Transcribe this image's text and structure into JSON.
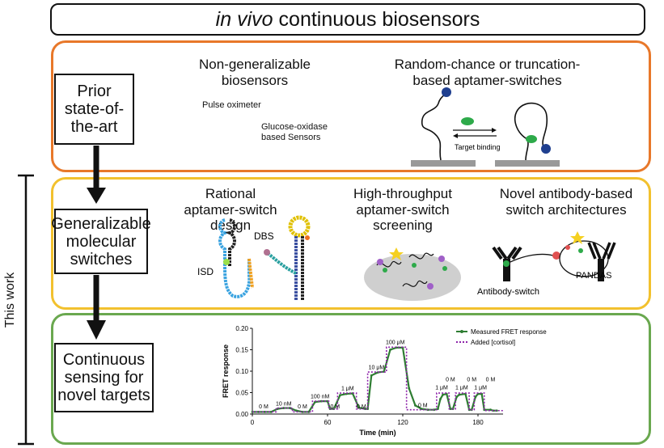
{
  "title": {
    "italic": "in vivo",
    "rest": "continuous biosensors"
  },
  "side_label": "This work",
  "rows": {
    "prior": {
      "label": "Prior state-of-the-art"
    },
    "generalizable": {
      "label": "Generalizable molecular switches"
    },
    "continuous": {
      "label": "Continuous sensing for novel targets"
    }
  },
  "prior_panel": {
    "col1_heading": "Non-generalizable biosensors",
    "pulse": "Pulse oximeter",
    "glucose": "Glucose-oxidase based Sensors",
    "col2_heading": "Random-chance or truncation-based aptamer-switches",
    "target_binding": "Target binding"
  },
  "switch_panel": {
    "col1_heading": "Rational aptamer-switch design",
    "isd": "ISD",
    "dbs": "DBS",
    "col2_heading": "High-throughput aptamer-switch screening",
    "col3_heading": "Novel antibody-based switch architectures",
    "antibody_switch": "Antibody-switch",
    "pandas": "PANDAS"
  },
  "chart_data": {
    "type": "line",
    "title": "",
    "xlabel": "Time (min)",
    "ylabel": "FRET response",
    "xlim": [
      0,
      200
    ],
    "ylim": [
      0,
      0.2
    ],
    "x_ticks": [
      "0",
      "60",
      "120",
      "180"
    ],
    "y_ticks": [
      "0.00",
      "0.05",
      "0.10",
      "0.15",
      "0.20"
    ],
    "grid": false,
    "legend_position": "top-right",
    "series": [
      {
        "name": "Measured FRET response",
        "color": "#2e7d32",
        "x": [
          0,
          5,
          10,
          15,
          20,
          25,
          30,
          35,
          40,
          45,
          50,
          55,
          60,
          62,
          65,
          70,
          75,
          80,
          85,
          90,
          92,
          95,
          100,
          105,
          110,
          115,
          120,
          125,
          130,
          135,
          140,
          145,
          148,
          150,
          152,
          155,
          158,
          160,
          163,
          165,
          170,
          173,
          175,
          178,
          180,
          183,
          185,
          190,
          192,
          195
        ],
        "y": [
          0.005,
          0.005,
          0.005,
          0.005,
          0.012,
          0.014,
          0.014,
          0.008,
          0.005,
          0.005,
          0.028,
          0.03,
          0.03,
          0.012,
          0.012,
          0.044,
          0.047,
          0.048,
          0.015,
          0.012,
          0.012,
          0.09,
          0.097,
          0.099,
          0.15,
          0.155,
          0.155,
          0.06,
          0.02,
          0.012,
          0.01,
          0.01,
          0.012,
          0.035,
          0.045,
          0.047,
          0.012,
          0.012,
          0.04,
          0.045,
          0.047,
          0.01,
          0.01,
          0.04,
          0.047,
          0.047,
          0.01,
          0.01,
          0.008,
          0.008
        ]
      },
      {
        "name": "Added [cortisol]",
        "color": "#8e24aa",
        "x": [
          0,
          19,
          19,
          32,
          32,
          48,
          48,
          61,
          61,
          68,
          68,
          83,
          83,
          92,
          92,
          107,
          107,
          123,
          123,
          147,
          147,
          157,
          157,
          162,
          162,
          173,
          173,
          177,
          177,
          185,
          185,
          200
        ],
        "y": [
          0.005,
          0.005,
          0.014,
          0.014,
          0.005,
          0.005,
          0.03,
          0.03,
          0.012,
          0.012,
          0.049,
          0.049,
          0.012,
          0.012,
          0.098,
          0.098,
          0.156,
          0.156,
          0.01,
          0.01,
          0.049,
          0.049,
          0.012,
          0.012,
          0.049,
          0.049,
          0.01,
          0.01,
          0.049,
          0.049,
          0.008,
          0.008
        ]
      }
    ],
    "annotations": [
      {
        "text": "0 M",
        "x": 9,
        "y": 0.013
      },
      {
        "text": "10 nM",
        "x": 25,
        "y": 0.02
      },
      {
        "text": "0 M",
        "x": 40,
        "y": 0.013
      },
      {
        "text": "100 nM",
        "x": 54,
        "y": 0.037
      },
      {
        "text": "0 M",
        "x": 66,
        "y": 0.013
      },
      {
        "text": "1 μM",
        "x": 76,
        "y": 0.056
      },
      {
        "text": "0 M",
        "x": 87,
        "y": 0.013
      },
      {
        "text": "10 μM",
        "x": 99,
        "y": 0.105
      },
      {
        "text": "100 μM",
        "x": 114,
        "y": 0.163
      },
      {
        "text": "0 M",
        "x": 136,
        "y": 0.016
      },
      {
        "text": "1 μM",
        "x": 151,
        "y": 0.058
      },
      {
        "text": "0 M",
        "x": 158,
        "y": 0.076
      },
      {
        "text": "1 μM",
        "x": 167,
        "y": 0.058
      },
      {
        "text": "0 M",
        "x": 175,
        "y": 0.076
      },
      {
        "text": "1 μM",
        "x": 182,
        "y": 0.058
      },
      {
        "text": "0 M",
        "x": 190,
        "y": 0.076
      }
    ]
  }
}
